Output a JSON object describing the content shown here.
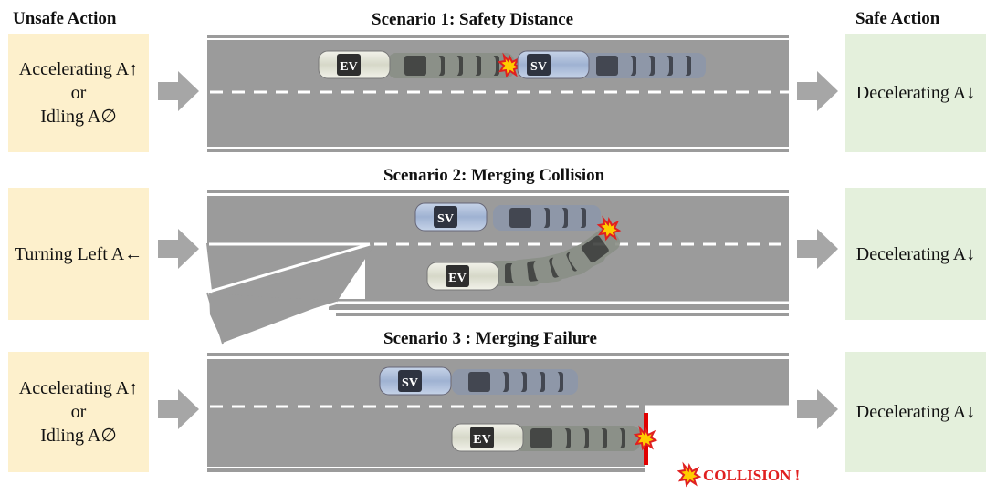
{
  "headers": {
    "unsafe": "Unsafe Action",
    "safe": "Safe Action"
  },
  "scenarios": [
    {
      "title": "Scenario 1: Safety Distance",
      "unsafe_action": [
        "Accelerating A↑",
        "or",
        "Idling A∅"
      ],
      "safe_action": "Decelerating A↓"
    },
    {
      "title": "Scenario 2: Merging Collision",
      "unsafe_action": [
        "Turning Left A←"
      ],
      "safe_action": "Decelerating A↓"
    },
    {
      "title": "Scenario 3 : Merging Failure",
      "unsafe_action": [
        "Accelerating A↑",
        "or",
        "Idling A∅"
      ],
      "safe_action": "Decelerating A↓"
    }
  ],
  "vehicle_labels": {
    "ego": "EV",
    "surrounding": "SV"
  },
  "legend": {
    "collision": "COLLISION !"
  },
  "colors": {
    "unsafe_bg": "#fdf0cc",
    "safe_bg": "#e4f0dc",
    "road": "#9b9b9b",
    "arrow": "#a6a6a6",
    "barrier": "#e00000",
    "sv_car": "#aebfd8",
    "ev_car": "#e8e8dc"
  }
}
